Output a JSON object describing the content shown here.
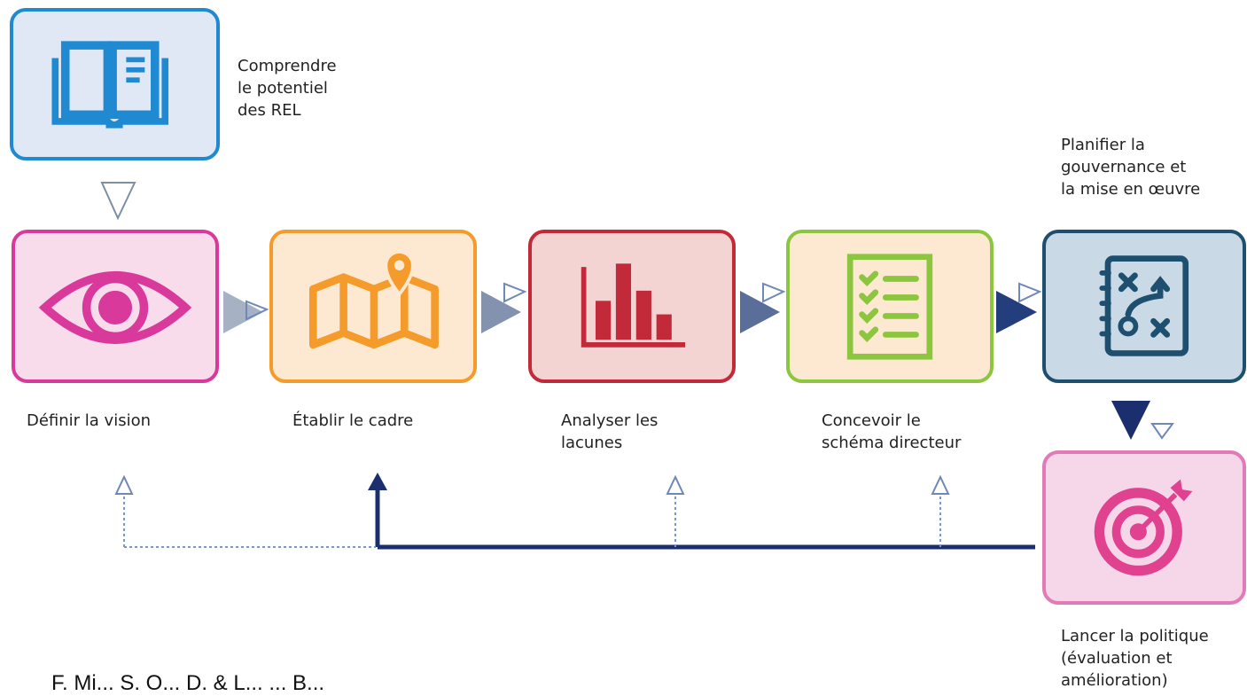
{
  "steps": {
    "understand": {
      "lines": [
        "Comprendre",
        "le potentiel",
        "des REL"
      ]
    },
    "vision": {
      "lines": [
        "Définir la vision"
      ]
    },
    "framework": {
      "lines": [
        "Établir le cadre"
      ]
    },
    "gaps": {
      "lines": [
        "Analyser les",
        "lacunes"
      ]
    },
    "masterplan": {
      "lines": [
        "Concevoir le",
        "schéma directeur"
      ]
    },
    "governance": {
      "lines": [
        "Planifier la",
        "gouvernance et",
        "la mise en œuvre"
      ]
    },
    "launch": {
      "lines": [
        "Lancer la politique",
        "(évaluation et",
        "amélioration)"
      ]
    }
  },
  "footer": {
    "text": "F. Mi... S. O... D. & L... ... B..."
  },
  "colors": {
    "understand": "#1f8ad1",
    "vision": "#d9399a",
    "framework": "#f49b2b",
    "gaps": "#c22a3a",
    "masterplan": "#8cc63f",
    "governance": "#1e4f6e",
    "launch": "#e27ab8",
    "feedback_line": "#1b2f6e"
  },
  "icons": {
    "understand": "open-book-icon",
    "vision": "eye-icon",
    "framework": "map-pin-icon",
    "gaps": "bar-chart-icon",
    "masterplan": "checklist-icon",
    "governance": "strategy-notebook-icon",
    "launch": "target-icon"
  }
}
